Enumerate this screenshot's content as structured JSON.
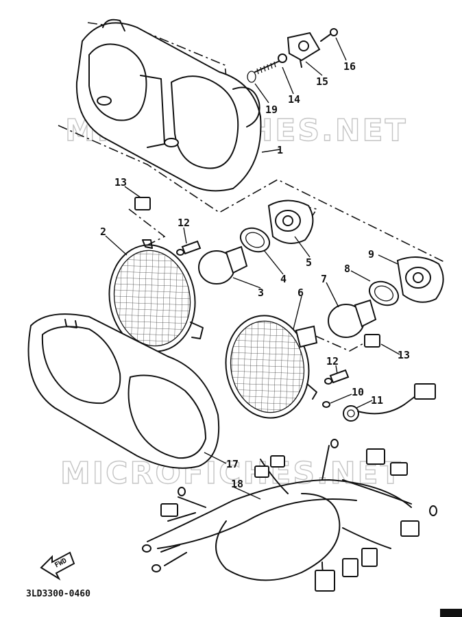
{
  "diagram": {
    "part_code": "3LD3300-0460",
    "fwd_label": "FWD",
    "watermarks": [
      "MICROFICHES.NET",
      "MICROFICHES.NET"
    ],
    "callouts": [
      {
        "id": "c1",
        "label": "1"
      },
      {
        "id": "c2",
        "label": "2"
      },
      {
        "id": "c3",
        "label": "3"
      },
      {
        "id": "c4",
        "label": "4"
      },
      {
        "id": "c5",
        "label": "5"
      },
      {
        "id": "c6",
        "label": "6"
      },
      {
        "id": "c7",
        "label": "7"
      },
      {
        "id": "c8",
        "label": "8"
      },
      {
        "id": "c9",
        "label": "9"
      },
      {
        "id": "c10",
        "label": "10"
      },
      {
        "id": "c11",
        "label": "11"
      },
      {
        "id": "c12a",
        "label": "12"
      },
      {
        "id": "c12b",
        "label": "12"
      },
      {
        "id": "c13a",
        "label": "13"
      },
      {
        "id": "c13b",
        "label": "13"
      },
      {
        "id": "c14",
        "label": "14"
      },
      {
        "id": "c15",
        "label": "15"
      },
      {
        "id": "c16",
        "label": "16"
      },
      {
        "id": "c17",
        "label": "17"
      },
      {
        "id": "c18",
        "label": "18"
      },
      {
        "id": "c19",
        "label": "19"
      }
    ]
  }
}
